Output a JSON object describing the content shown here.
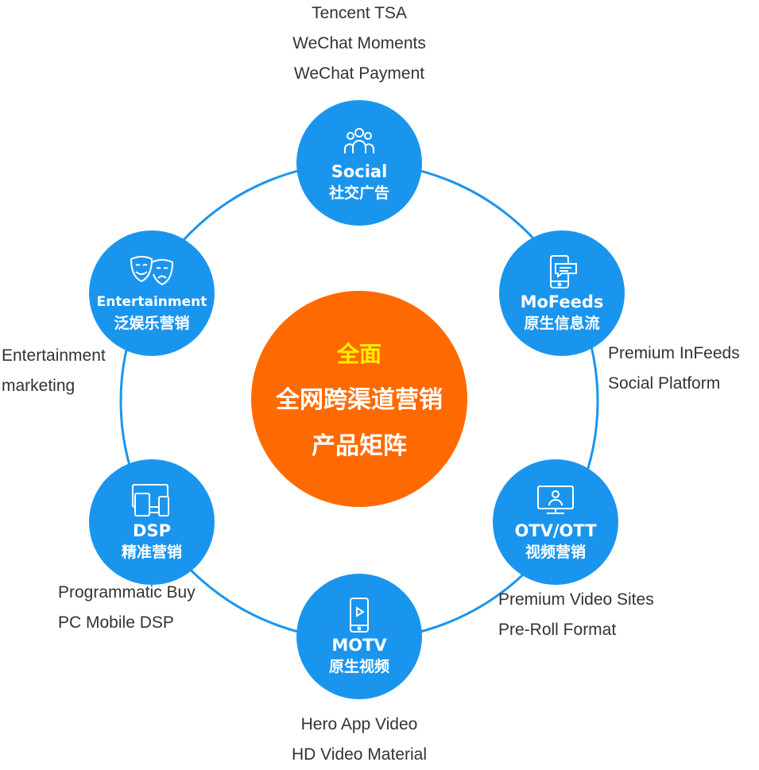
{
  "center": {
    "line1": "全面",
    "line2": "全网跨渠道营销",
    "line3": "产品矩阵"
  },
  "nodes": [
    {
      "en": "Social",
      "cn": "社交广告",
      "icon": "people-group-icon",
      "details": [
        "Tencent TSA",
        "WeChat Moments",
        "WeChat Payment"
      ]
    },
    {
      "en": "MoFeeds",
      "cn": "原生信息流",
      "icon": "mobile-message-icon",
      "details": [
        "Premium InFeeds",
        "Social Platform"
      ]
    },
    {
      "en": "OTV/OTT",
      "cn": "视频营销",
      "icon": "monitor-user-icon",
      "details": [
        "Premium Video Sites",
        "Pre-Roll Format"
      ]
    },
    {
      "en": "MOTV",
      "cn": "原生视频",
      "icon": "mobile-play-icon",
      "details": [
        "Hero App Video",
        "HD Video Material"
      ]
    },
    {
      "en": "DSP",
      "cn": "精准营销",
      "icon": "devices-icon",
      "details": [
        "Programmatic Buy",
        "PC Mobile DSP"
      ]
    },
    {
      "en": "Entertainment",
      "cn": "泛娱乐营销",
      "icon": "theater-masks-icon",
      "details": [
        "Entertainment",
        "marketing"
      ]
    }
  ],
  "colors": {
    "node_blue": "#1a95ee",
    "center_orange": "#ff6a00",
    "center_highlight": "#ffee00",
    "ring_line": "#1a95ee",
    "label_text": "#333333"
  }
}
